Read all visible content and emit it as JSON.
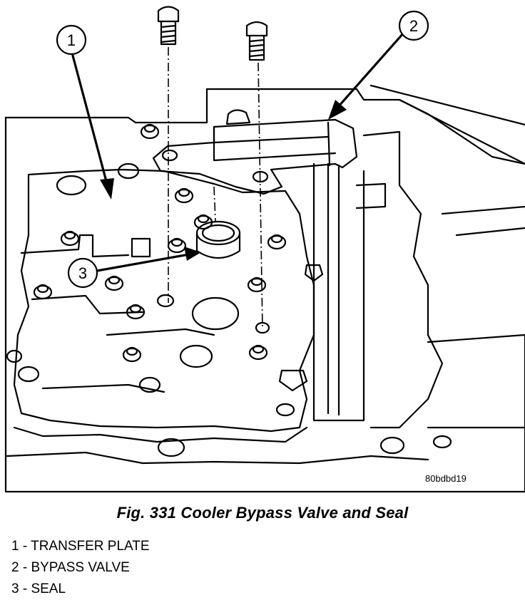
{
  "figure": {
    "callouts": [
      {
        "number": "1",
        "label": "TRANSFER PLATE"
      },
      {
        "number": "2",
        "label": "BYPASS VALVE"
      },
      {
        "number": "3",
        "label": "SEAL"
      }
    ],
    "figure_ref": "80bdbd19"
  },
  "caption": "Fig. 331 Cooler Bypass Valve and Seal",
  "legend": [
    {
      "text": "1 - TRANSFER PLATE"
    },
    {
      "text": "2 - BYPASS VALVE"
    },
    {
      "text": "3 - SEAL"
    }
  ]
}
